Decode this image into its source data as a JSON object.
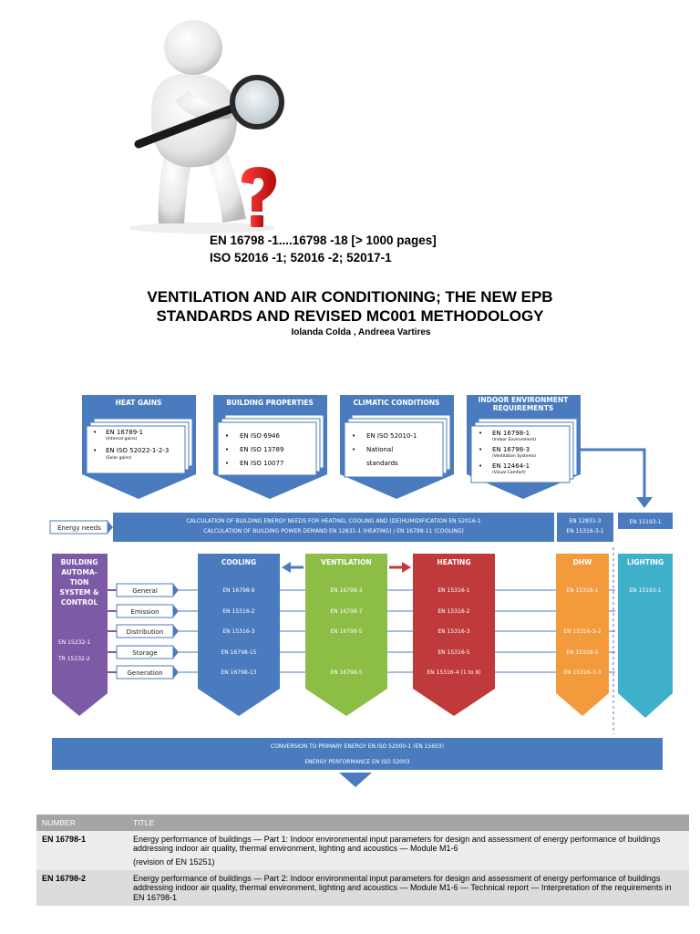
{
  "header": {
    "std_line1": "EN 16798 -1....16798 -18  [> 1000 pages]",
    "std_line2": "ISO 52016 -1; 52016 -2; 52017-1",
    "title_line1": "VENTILATION AND AIR CONDITIONING; THE NEW EPB",
    "title_line2": "STANDARDS AND REVISED MC001 METHODOLOGY",
    "authors": "Iolanda Colda , Andreea Vartires"
  },
  "diagram": {
    "inputs": [
      {
        "title": "HEAT GAINS",
        "items": [
          "EN 16789-1",
          "EN ISO 52022-1-2-3"
        ],
        "notes": [
          "(Internal gains)",
          "(Solar gains)"
        ]
      },
      {
        "title": "BUILDING PROPERTIES",
        "items": [
          "EN ISO 6946",
          "EN ISO 13789",
          "EN ISO 10077"
        ]
      },
      {
        "title": "CLIMATIC CONDITIONS",
        "items": [
          "EN ISO 52010-1",
          "National",
          "standards"
        ]
      },
      {
        "title_line1": "INDOOR ENVIRONMENT",
        "title_line2": "REQUIREMENTS",
        "items": [
          "EN 16798-1",
          "EN 16798-3",
          "EN 12464-1"
        ],
        "notes": [
          "(Indoor Environment)",
          "(Ventilation Systems)",
          "(Visual Comfort)"
        ]
      }
    ],
    "energy_needs_label": "Energy needs",
    "calc_line1": "CALCULATION OF BUILDING ENERGY NEEDS FOR HEATING, COOLING AND (DE)HUMIDIFICATION   EN 52016-1",
    "calc_line2": "CALCULATION OF BUILDING POWER DEMAND   EN 12831-1 (HEATING) /  EN 16798-11 (COOLING)",
    "dhw_std1": "EN 12831-3",
    "dhw_std2": "EN 15316-3-1",
    "lighting_std": "EN 15193-1",
    "bacs": {
      "lines": [
        "BUILDING",
        "AUTOMA-",
        "TION",
        "SYSTEM &",
        "CONTROL"
      ],
      "std1": "EN 15232-1",
      "std2": "TR 15232-2"
    },
    "row_labels": [
      "General",
      "Emission",
      "Distribution",
      "Storage",
      "Generation"
    ],
    "columns": [
      {
        "title": "COOLING",
        "color": "#4a7bbf",
        "items": [
          "EN 16798-9",
          "EN 15316-2",
          "EN 15316-3",
          "EN 16798-15",
          "EN 16798-13"
        ]
      },
      {
        "title": "VENTILATION",
        "color": "#8cbd45",
        "items": [
          "EN 16798-3",
          "EN 16798-7",
          "EN 16798-5",
          "",
          "EN 16798-5"
        ]
      },
      {
        "title": "HEATING",
        "color": "#c0393b",
        "items": [
          "EN 15316-1",
          "EN 15316-2",
          "EN 15316-3",
          "EN 15316-5",
          "EN 15316-4 (1 to 8)"
        ]
      },
      {
        "title": "DHW",
        "color": "#f39a3d",
        "items": [
          "EN 15316-1",
          "",
          "EN 15316-3-2",
          "EN 15316-5",
          "EN 15316-3-3"
        ]
      },
      {
        "title": "LIGHTING",
        "color": "#3fb0c9",
        "items": [
          "EN 15193-1",
          "",
          "",
          "",
          ""
        ]
      }
    ],
    "conversion_line1": "CONVERSION TO PRIMARY ENERGY  EN ISO 52000-1  (EN 15603)",
    "conversion_line2": "ENERGY PERFORMANCE   EN ISO 52003"
  },
  "table": {
    "headers": [
      "NUMBER",
      "TITLE"
    ],
    "rows": [
      {
        "number": "EN 16798-1",
        "title": "Energy performance of buildings — Part 1: Indoor environmental input parameters for design and assessment of energy performance of buildings addressing indoor air quality, thermal environment, lighting and acoustics — Module M1-6",
        "note": "(revision of EN 15251)"
      },
      {
        "number": "EN 16798-2",
        "title": "Energy performance of buildings — Part 2: Indoor environmental input parameters for design and assessment of energy performance of buildings addressing indoor air quality, thermal environment, lighting and acoustics — Module M1-6 — Technical report — Interpretation of the requirements in EN 16798-1",
        "note": ""
      }
    ]
  }
}
